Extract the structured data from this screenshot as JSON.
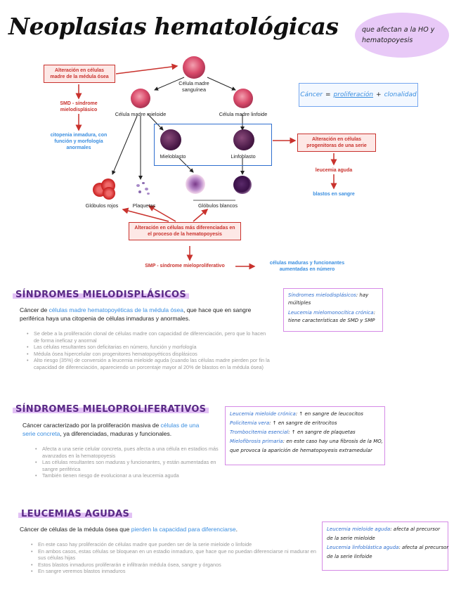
{
  "title": "Neoplasias hematológicas",
  "subtitle_note": "que afectan a la HO y hematopoyesis",
  "diagram": {
    "celula_madre_sanguinea": "Célula madre sanguínea",
    "celula_madre_mieloide": "Célula madre mieloide",
    "celula_madre_linfoide": "Célula madre linfoide",
    "mieloblasto": "Mieloblasto",
    "linfoblasto": "Linfoblasto",
    "globulos_rojos": "Glóbulos rojos",
    "plaquetas": "Plaquetas",
    "globulos_blancos": "Glóbulos blancos",
    "alteracion_madre": "Alteración en células madre de la médula ósea",
    "smd": "SMD - síndrome mielodisplásico",
    "citopenia": "citopenia inmadura, con función y morfología anormales",
    "alteracion_progenitoras": "Alteración en células progenitoras de una serie",
    "leucemia_aguda": "leucemia aguda",
    "blastos": "blastos en sangre",
    "alteracion_diferenciadas": "Alteración en células más diferenciadas en el proceso de la hematopoyesis",
    "smp": "SMP - síndrome mieloproliferativo",
    "celulas_maduras": "células maduras y funcionantes aumentadas en número",
    "cancer_label": "Cáncer",
    "cancer_eq": "=",
    "cancer_prolif": "proliferación",
    "cancer_plus": "+",
    "cancer_clon": "clonalidad"
  },
  "sections": {
    "mielodisplasicos": {
      "heading": "SÍNDROMES MIELODISPLÁSICOS",
      "intro_pre": "Cáncer de ",
      "intro_hl": "células madre hematopoyéticas de la médula ósea",
      "intro_post": ", que hace que en sangre periférica haya una citopenia de células inmaduras y anormales.",
      "bullets": [
        "Se debe a la proliferación clonal de células madre con capacidad de diferenciación, pero que lo hacen de forma ineficaz y anormal",
        "Las células resultantes son deficitarias en número, función y morfología",
        "Médula ósea hipercelular con progenitores hematopoyéticos displásicos",
        "Alto riesgo (35%) de conversión a leucemia mieloide aguda (cuando las células madre pierden por fin la capacidad de diferenciación, apareciendo un porcentaje mayor al 20% de blastos en la médula ósea)"
      ],
      "box": [
        {
          "name": "Síndromes mielodisplásicos",
          "text": ": hay múltiples"
        },
        {
          "name": "Leucemia mielomonocítica crónica",
          "text": ": tiene características de SMD y SMP"
        }
      ]
    },
    "mieloproliferativos": {
      "heading": "SÍNDROMES MIELOPROLIFERATIVOS",
      "intro_pre": "Cáncer caracterizado por la proliferación masiva de ",
      "intro_hl": "células de una serie concreta",
      "intro_post": ", ya diferenciadas, maduras y funcionales.",
      "bullets": [
        "Afecta a una serie celular concreta, pues afecta a una célula en estadios más avanzados en la hematopoyesis",
        "Las células resultantes son maduras y funcionantes, y están aumentadas en sangre periférica",
        "También tienen riesgo de evolucionar a una leucemia aguda"
      ],
      "box": [
        {
          "name": "Leucemia mieloide crónica",
          "text": ": ↑ en sangre de leucocitos"
        },
        {
          "name": "Policitemia vera",
          "text": ": ↑ en sangre de eritrocitos"
        },
        {
          "name": "Trombocitemia esencial",
          "text": ": ↑ en sangre de plaquetas"
        },
        {
          "name": "Mielofibrosis primaria",
          "text": ": en este caso hay una fibrosis de la MO,"
        },
        {
          "name": "",
          "text": "que provoca la aparición de hematopoyesis extramedular"
        }
      ]
    },
    "leucemias": {
      "heading": "LEUCEMIAS AGUDAS",
      "intro_pre": "Cáncer de células de la médula ósea que ",
      "intro_hl": "pierden la capacidad para diferenciarse",
      "intro_post": ".",
      "bullets": [
        "En este caso hay proliferación de células madre que pueden ser de la serie mieloide o linfoide",
        "En ambos casos, estas células se bloquean en un estadio inmaduro, que hace que no puedan diferenciarse ni madurar en sus células hijas",
        "Estos blastos inmaduros proliferarán e infiltrarán médula ósea, sangre y órganos",
        "En sangre veremos blastos inmaduros"
      ],
      "box": [
        {
          "name": "Leucemia mieloide aguda",
          "text": ": afecta al precursor"
        },
        {
          "name": "",
          "text": "de la serie mieloide"
        },
        {
          "name": "Leucemia linfoblástica aguda",
          "text": ": afecta al precursor"
        },
        {
          "name": "",
          "text": "de la serie linfoide"
        }
      ]
    }
  },
  "colors": {
    "red": "#c9322d",
    "blue": "#3a8ee0",
    "purple_highlight": "#e2c1f5",
    "box_border": "#d58ae6"
  }
}
